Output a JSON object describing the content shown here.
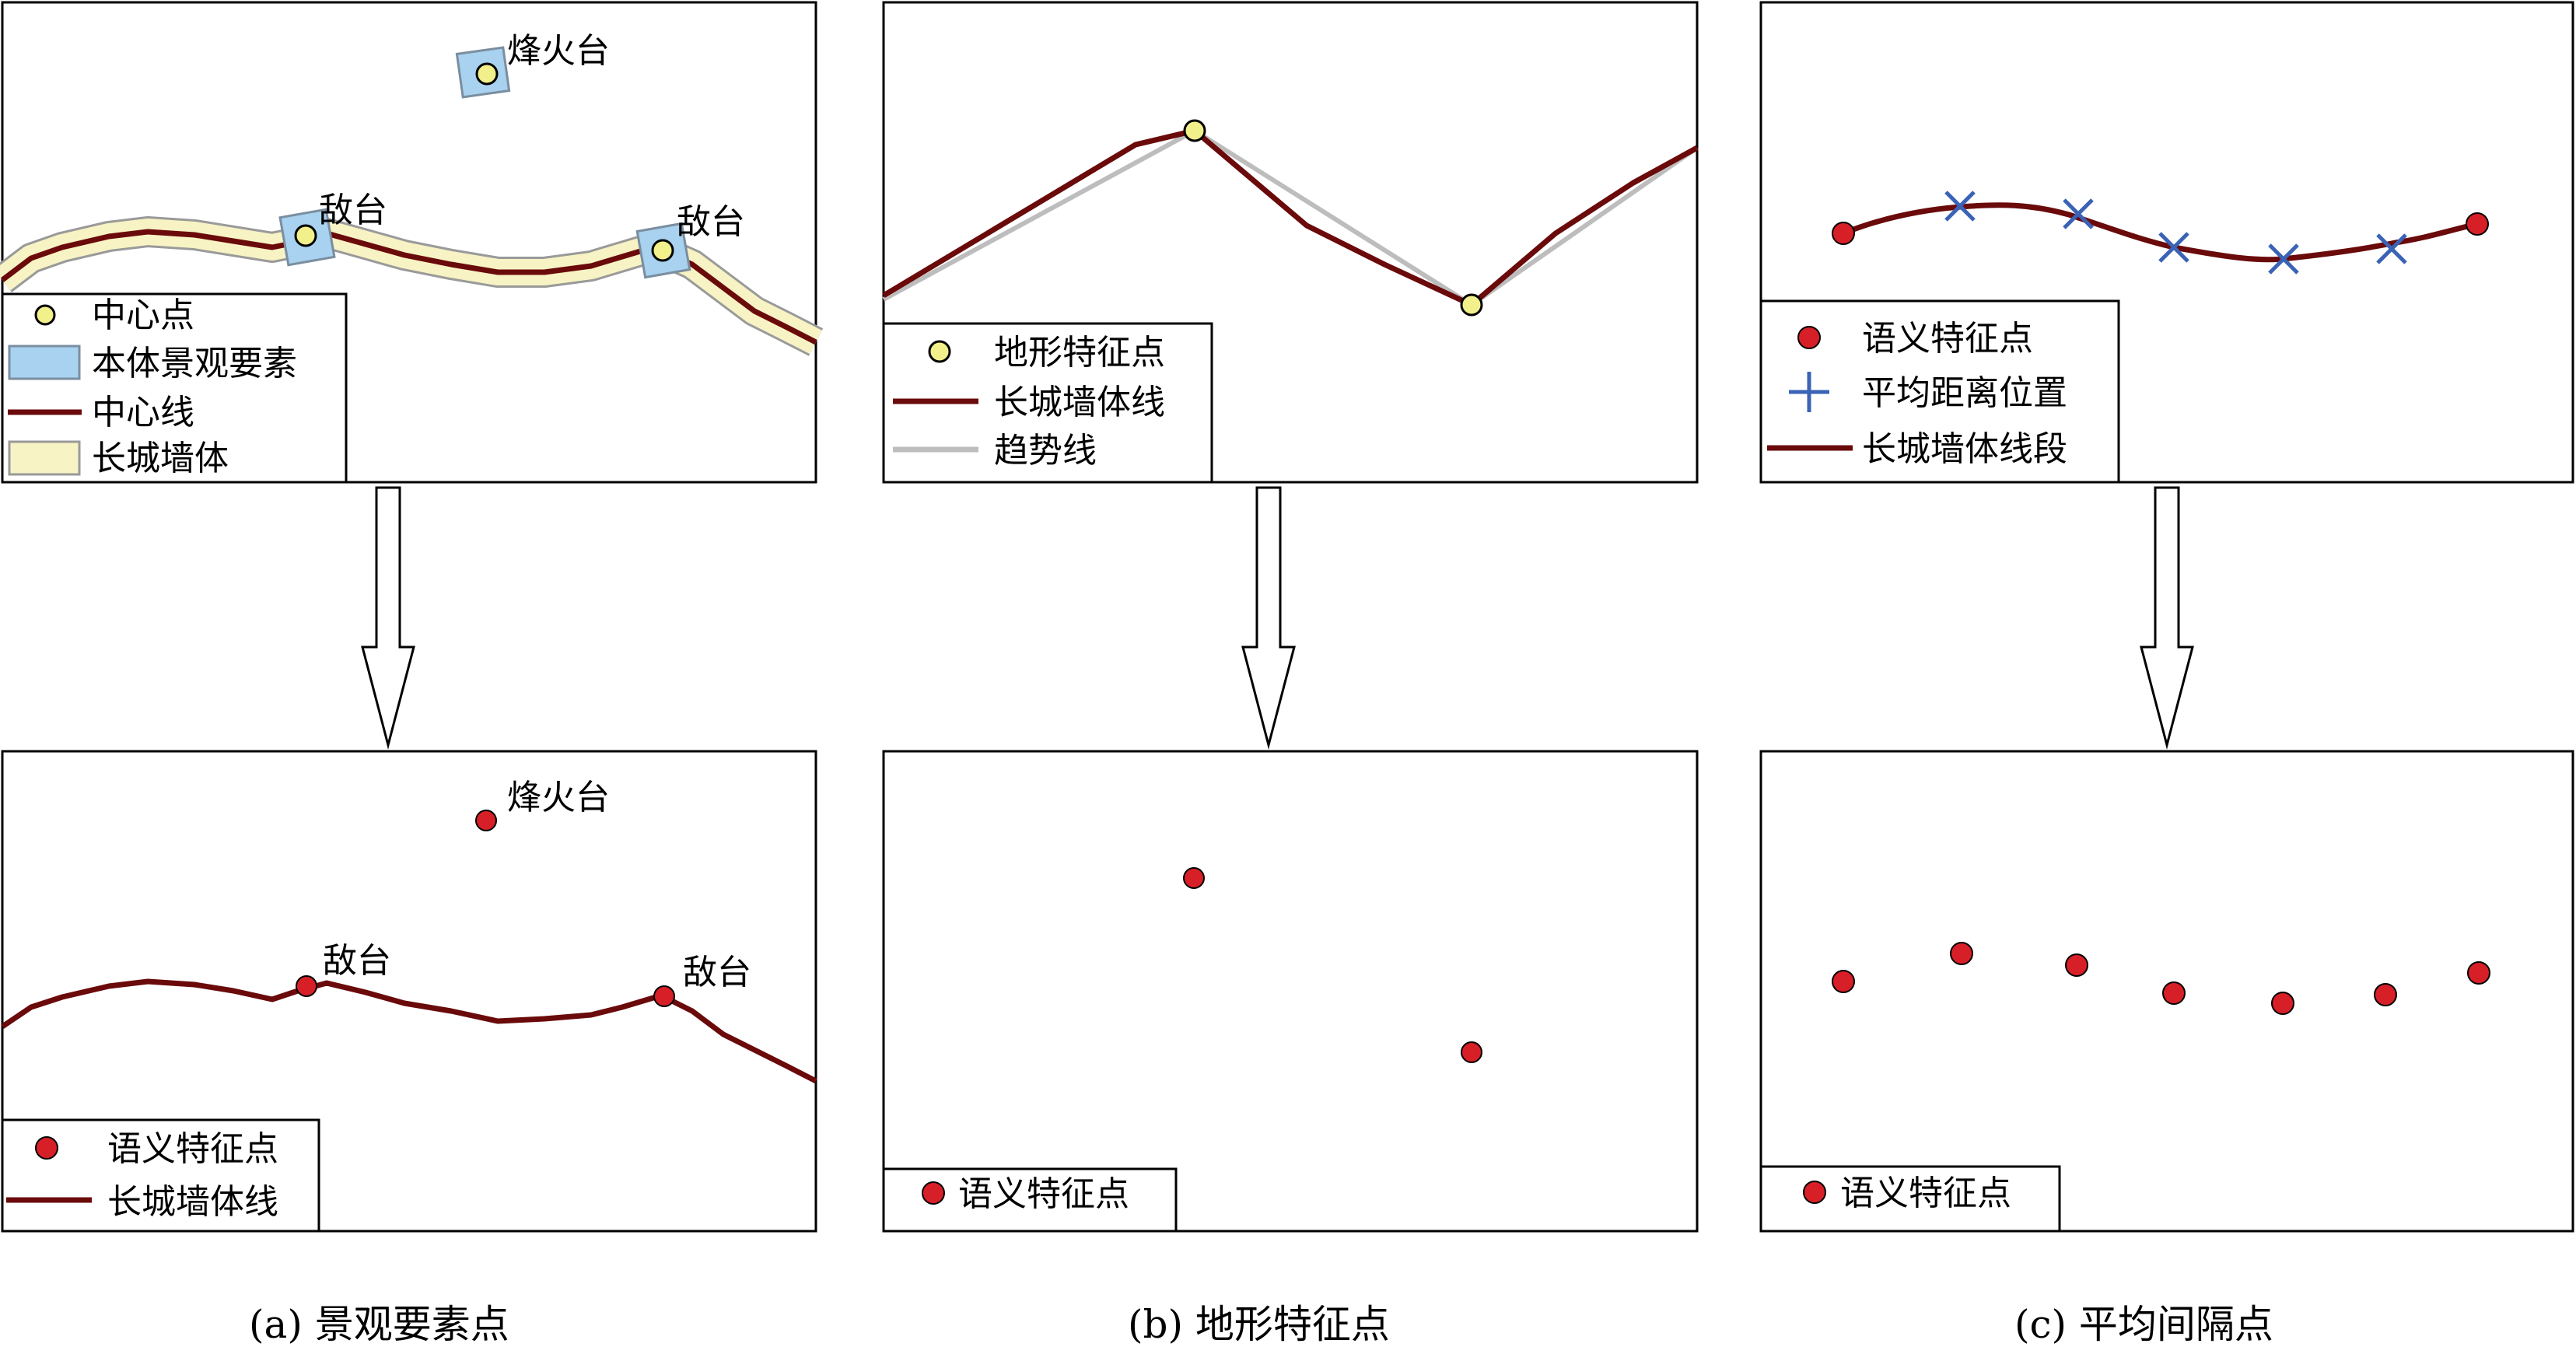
{
  "colors": {
    "wall_line": "#6a0a0a",
    "wall_body": "#f7f3c4",
    "wall_body_edge": "#9a9a9a",
    "center_point": "#f2f08a",
    "entity": "#a8d2ef",
    "entity_edge": "#7a8ea0",
    "semantic_point": "#d71f27",
    "trend_line": "#bdbdbd",
    "cross": "#3a63b6"
  },
  "panel_a": {
    "beacon_label": "烽火台",
    "tower_label_1": "敌台",
    "tower_label_2": "敌台",
    "legend": {
      "center_point": "中心点",
      "entity": "本体景观要素",
      "center_line": "中心线",
      "wall_body": "长城墙体"
    },
    "result_beacon_label": "烽火台",
    "result_tower_label_1": "敌台",
    "result_tower_label_2": "敌台",
    "result_legend": {
      "semantic_point": "语义特征点",
      "wall_line": "长城墙体线"
    },
    "caption": "(a) 景观要素点"
  },
  "panel_b": {
    "legend": {
      "terrain_point": "地形特征点",
      "wall_line": "长城墙体线",
      "trend_line": "趋势线"
    },
    "result_legend": {
      "semantic_point": "语义特征点"
    },
    "caption": "(b) 地形特征点"
  },
  "panel_c": {
    "legend": {
      "semantic_point": "语义特征点",
      "avg_position": "平均距离位置",
      "wall_segment": "长城墙体线段"
    },
    "result_legend": {
      "semantic_point": "语义特征点"
    },
    "caption": "(c) 平均间隔点"
  }
}
